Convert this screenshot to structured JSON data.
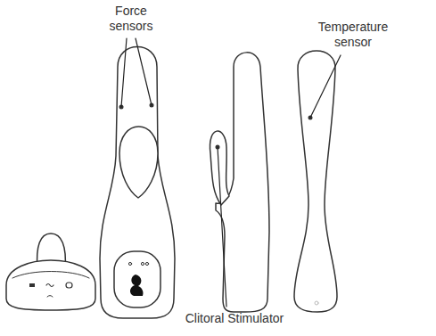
{
  "diagram": {
    "labels": [
      "Force sensors",
      "Temperature sensor",
      "Clitoral Stimulator"
    ]
  }
}
